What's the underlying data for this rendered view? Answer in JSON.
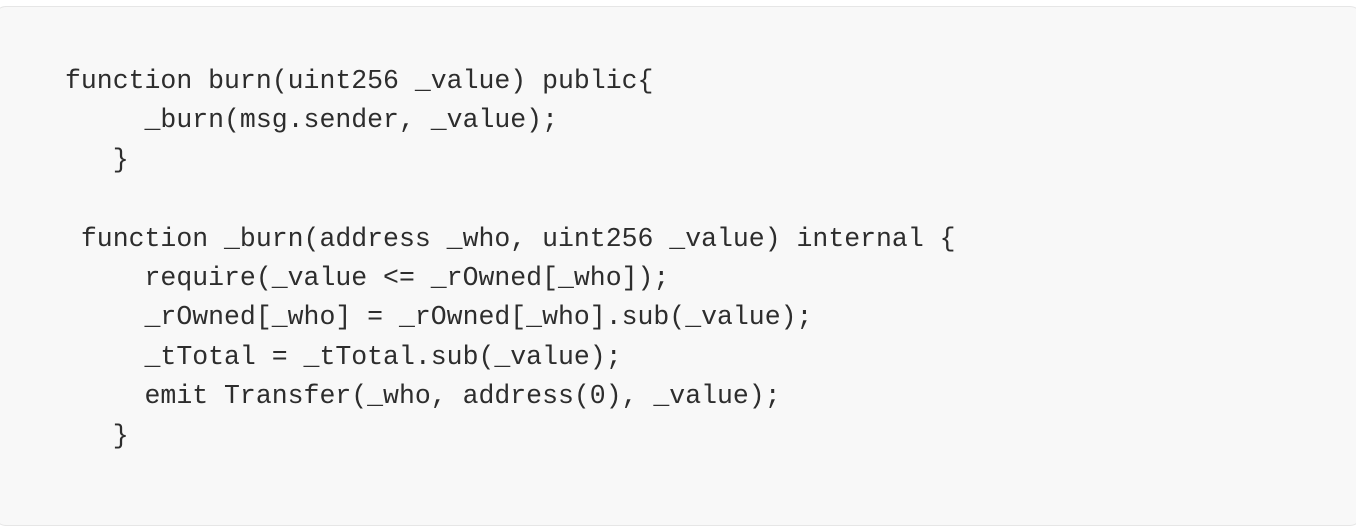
{
  "document": {
    "language": "solidity",
    "colors": {
      "page_background": "#ffffff",
      "card_background": "#f8f8f8",
      "card_border": "#e6e6e6",
      "code_text": "#2d2d2d"
    },
    "code_lines": [
      "function burn(uint256 _value) public{",
      "     _burn(msg.sender, _value);",
      "   }",
      "",
      " function _burn(address _who, uint256 _value) internal {",
      "     require(_value <= _rOwned[_who]);",
      "     _rOwned[_who] = _rOwned[_who].sub(_value);",
      "     _tTotal = _tTotal.sub(_value);",
      "     emit Transfer(_who, address(0), _value);",
      "   }"
    ]
  }
}
